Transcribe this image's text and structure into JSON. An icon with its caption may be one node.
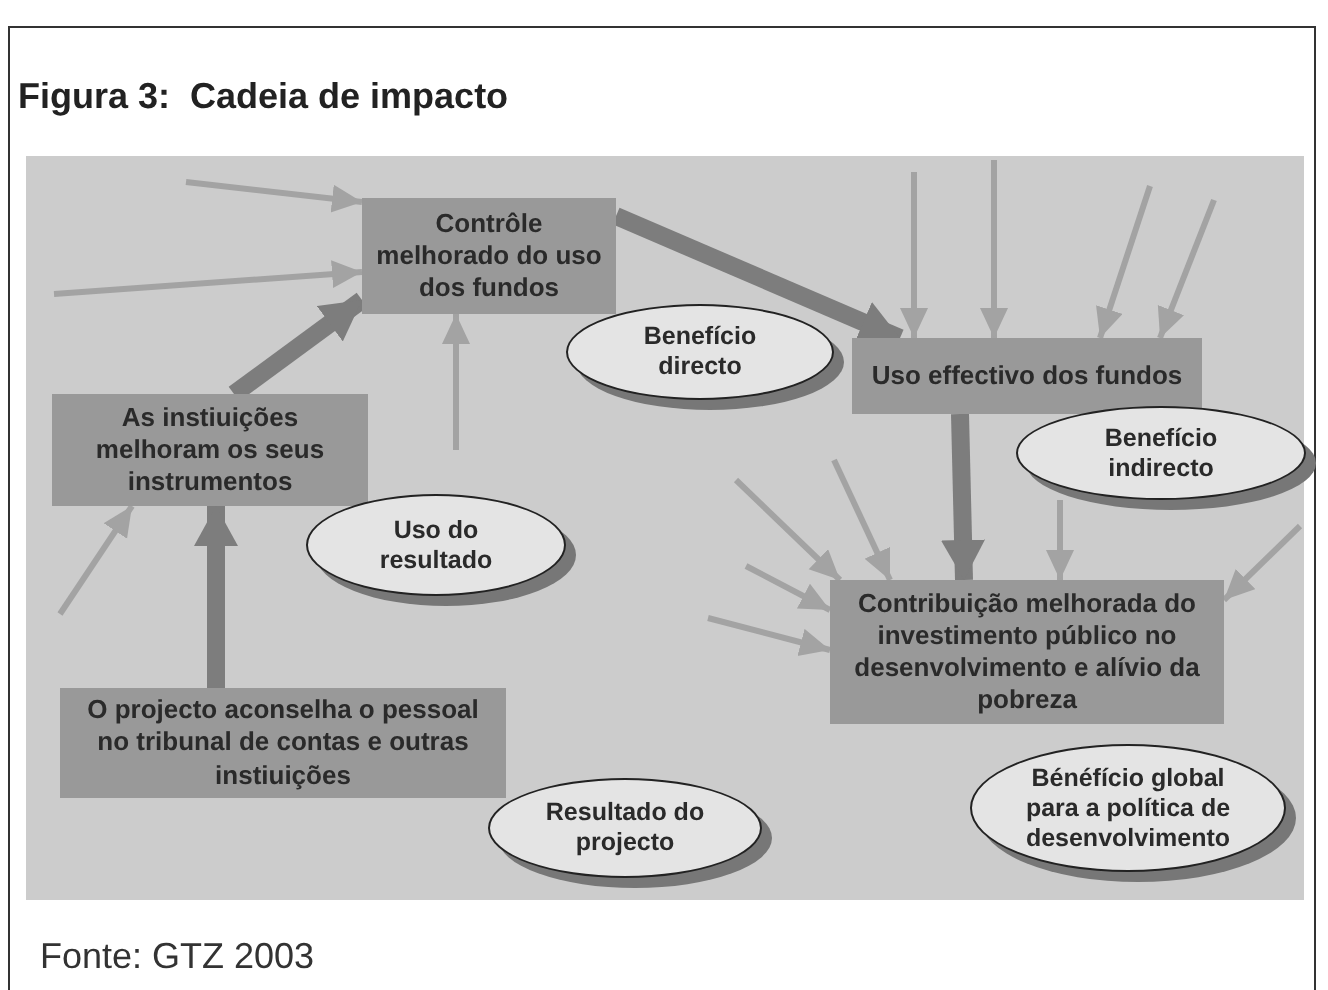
{
  "diagram": {
    "title": "Figura 3:  Cadeia de impacto",
    "caption": "Fonte: GTZ 2003",
    "nodes": [
      {
        "text": [
          "Contrôle melhorado do uso dos fundos"
        ]
      },
      {
        "text": [
          "Benefício directo"
        ]
      },
      {
        "text": [
          "Uso effectivo dos fundos"
        ]
      },
      {
        "text": [
          "Benefício indirecto"
        ]
      },
      {
        "text": [
          "As instiuições melhoram os seus instrumentos"
        ]
      },
      {
        "text": [
          "Uso do resultado"
        ]
      },
      {
        "text": [
          "Contribuição melhorada do investimento público no desenvolvimento e alívio da pobreza"
        ]
      },
      {
        "text": [
          "O projecto aconselha o pessoal no tribunal de contas e outras instiuições"
        ]
      },
      {
        "text": [
          "Resultado do projecto"
        ]
      },
      {
        "text": [
          "Bénéfício global para a política de desenvolvimento"
        ]
      }
    ],
    "edges": [
      {
        "from": null,
        "to": 0,
        "arrow": "to"
      },
      {
        "from": null,
        "to": 0,
        "arrow": "to"
      },
      {
        "from": 4,
        "to": 0,
        "arrow": "to",
        "style": "thick"
      },
      {
        "from": null,
        "to": 0,
        "arrow": "to"
      },
      {
        "from": null,
        "to": 4,
        "arrow": "to"
      },
      {
        "from": 7,
        "to": 4,
        "arrow": "to",
        "style": "thick"
      },
      {
        "from": 0,
        "to": 2,
        "arrow": "to",
        "style": "thick"
      },
      {
        "from": null,
        "to": 2,
        "arrow": "to"
      },
      {
        "from": null,
        "to": 2,
        "arrow": "to"
      },
      {
        "from": null,
        "to": 2,
        "arrow": "to"
      },
      {
        "from": null,
        "to": 2,
        "arrow": "to"
      },
      {
        "from": 2,
        "to": 6,
        "arrow": "to",
        "style": "thick"
      },
      {
        "from": null,
        "to": 6,
        "arrow": "to"
      },
      {
        "from": null,
        "to": 6,
        "arrow": "to"
      },
      {
        "from": 3,
        "to": 6,
        "arrow": "to"
      },
      {
        "from": null,
        "to": 6,
        "arrow": "to"
      },
      {
        "from": null,
        "to": 6,
        "arrow": "to"
      },
      {
        "from": null,
        "to": 6,
        "arrow": "to"
      }
    ]
  }
}
